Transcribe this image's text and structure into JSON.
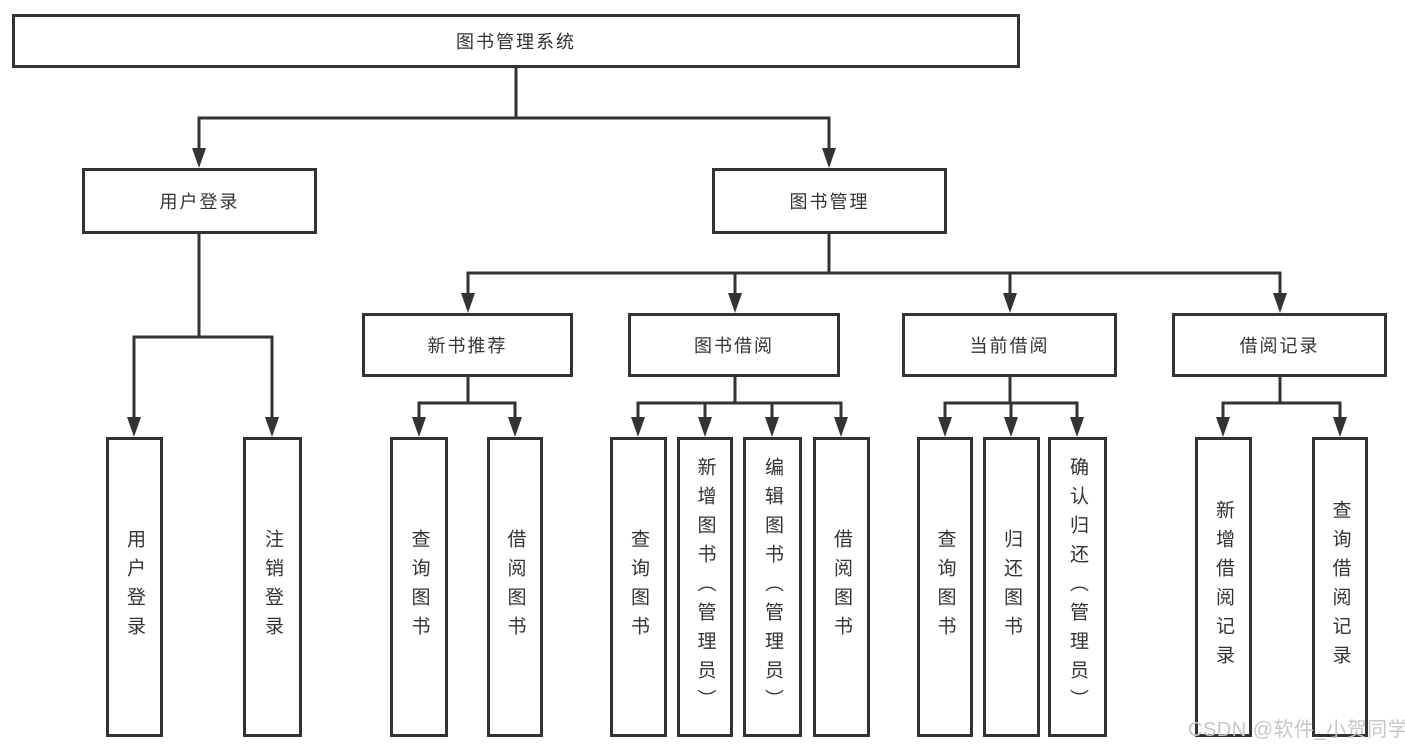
{
  "colors": {
    "line": "#333333",
    "box_border": "#333333",
    "box_fill": "#ffffff",
    "text": "#333333",
    "watermark": "#c7c7c7",
    "background": "#ffffff"
  },
  "tree": {
    "label": "图书管理系统",
    "children": [
      {
        "label": "用户登录",
        "children": [
          {
            "label": "用户登录"
          },
          {
            "label": "注销登录"
          }
        ]
      },
      {
        "label": "图书管理",
        "children": [
          {
            "label": "新书推荐",
            "children": [
              {
                "label": "查询图书"
              },
              {
                "label": "借阅图书"
              }
            ]
          },
          {
            "label": "图书借阅",
            "children": [
              {
                "label": "查询图书"
              },
              {
                "label": "新增图书（管理员）"
              },
              {
                "label": "编辑图书（管理员）"
              },
              {
                "label": "借阅图书"
              }
            ]
          },
          {
            "label": "当前借阅",
            "children": [
              {
                "label": "查询图书"
              },
              {
                "label": "归还图书"
              },
              {
                "label": "确认归还（管理员）"
              }
            ]
          },
          {
            "label": "借阅记录",
            "children": [
              {
                "label": "新增借阅记录"
              },
              {
                "label": "查询借阅记录"
              }
            ]
          }
        ]
      }
    ]
  },
  "watermark": {
    "text": "CSDN @软件_小贺同学"
  }
}
